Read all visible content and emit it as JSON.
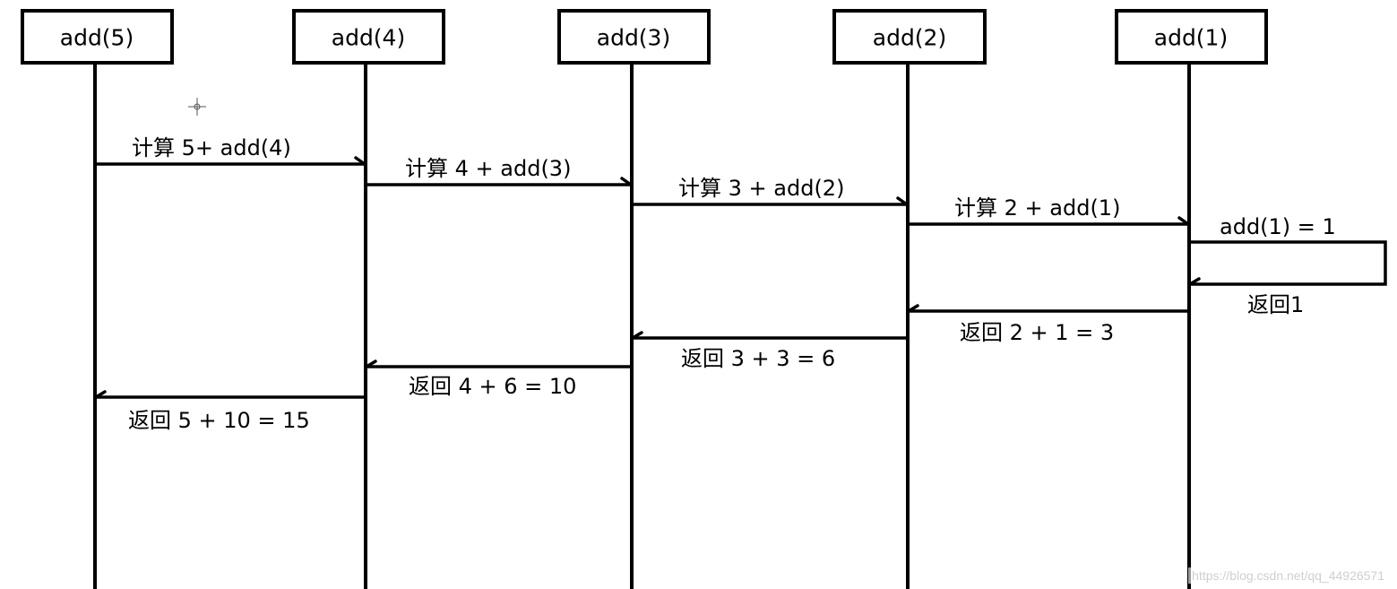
{
  "participants": [
    {
      "id": "p5",
      "label": "add(5)"
    },
    {
      "id": "p4",
      "label": "add(4)"
    },
    {
      "id": "p3",
      "label": "add(3)"
    },
    {
      "id": "p2",
      "label": "add(2)"
    },
    {
      "id": "p1",
      "label": "add(1)"
    }
  ],
  "messages": [
    {
      "from": "p5",
      "to": "p4",
      "label": "计算 5+ add(4)",
      "kind": "call"
    },
    {
      "from": "p4",
      "to": "p3",
      "label": "计算 4 + add(3)",
      "kind": "call"
    },
    {
      "from": "p3",
      "to": "p2",
      "label": "计算 3 + add(2)",
      "kind": "call"
    },
    {
      "from": "p2",
      "to": "p1",
      "label": "计算 2 + add(1)",
      "kind": "call"
    },
    {
      "from": "p1",
      "to": "p1",
      "label": "add(1) = 1",
      "kind": "self"
    },
    {
      "from": "p1",
      "to": "p1",
      "label": "返回1",
      "kind": "self-return"
    },
    {
      "from": "p1",
      "to": "p2",
      "label": "返回 2 + 1 = 3",
      "kind": "return"
    },
    {
      "from": "p2",
      "to": "p3",
      "label": "返回 3 + 3 = 6",
      "kind": "return"
    },
    {
      "from": "p3",
      "to": "p4",
      "label": "返回 4 + 6 = 10",
      "kind": "return"
    },
    {
      "from": "p4",
      "to": "p5",
      "label": "返回 5 + 10 = 15",
      "kind": "return"
    }
  ],
  "watermark": "https://blog.csdn.net/qq_44926571",
  "colors": {
    "stroke": "#000000",
    "background": "#ffffff",
    "watermark": "#cfcfcf"
  }
}
